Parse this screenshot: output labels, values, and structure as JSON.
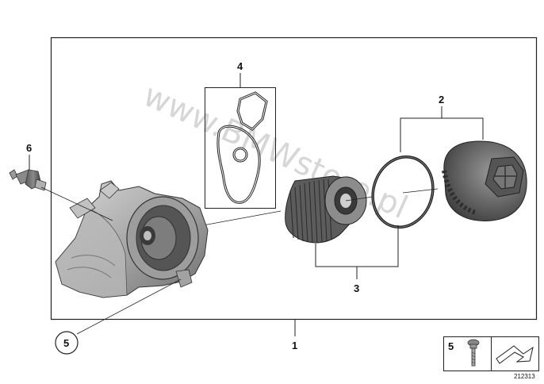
{
  "watermark": "www.BMWstore.pl",
  "callouts": {
    "main_assembly": "1",
    "filter_housing_cover": "2",
    "filter_element": "3",
    "gasket_set": "4",
    "bolt": "5",
    "sensor": "6"
  },
  "legend": {
    "bolt_number": "5",
    "diagram_number": "212313"
  }
}
